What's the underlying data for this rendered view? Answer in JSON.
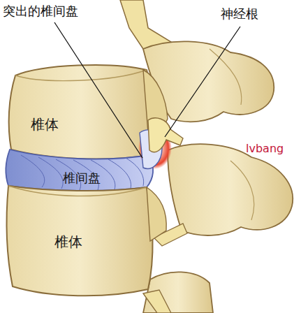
{
  "diagram": {
    "nodes": [
      {
        "text": [
          "椎体"
        ]
      },
      {
        "text": [
          "椎间盘"
        ]
      },
      {
        "text": [
          "椎体"
        ]
      }
    ],
    "labels": [
      "突出的椎间盘",
      "神经根",
      "lvbang"
    ]
  }
}
